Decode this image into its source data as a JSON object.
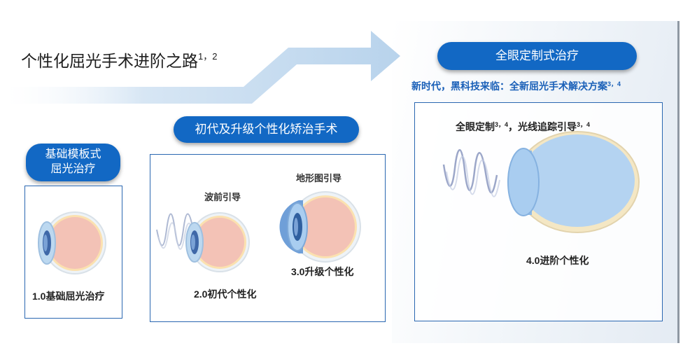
{
  "title": {
    "text": "个性化屈光手术进阶之路",
    "refs": "1，2"
  },
  "badges": {
    "total": "全眼定制式治疗",
    "upgrade": "初代及升级个性化矫治手术",
    "basic_line1": "基础模板式",
    "basic_line2": "屈光治疗"
  },
  "subtitle": {
    "text": "新时代，黑科技来临：全新屈光手术解决方案",
    "refs": "3，4"
  },
  "stage1": {
    "label": "1.0基础屈光治疗"
  },
  "stage2": {
    "label": "2.0初代个性化",
    "caption": "波前引导"
  },
  "stage3": {
    "label": "3.0升级个性化",
    "caption": "地形图引导"
  },
  "stage4": {
    "label": "4.0进阶个性化",
    "caption_a": "全眼定制",
    "refs_a": "3，4",
    "caption_sep": "，",
    "caption_b": "光线追踪引导",
    "refs_b": "3，4"
  },
  "colors": {
    "brand_blue": "#1268c4",
    "panel_border": "#2a67b1",
    "subtitle_blue": "#1a60b8",
    "arrow_fill": "#c7dcef",
    "eye_retina": "#f3c2b6",
    "eye_blue": "#a9cdf0"
  }
}
